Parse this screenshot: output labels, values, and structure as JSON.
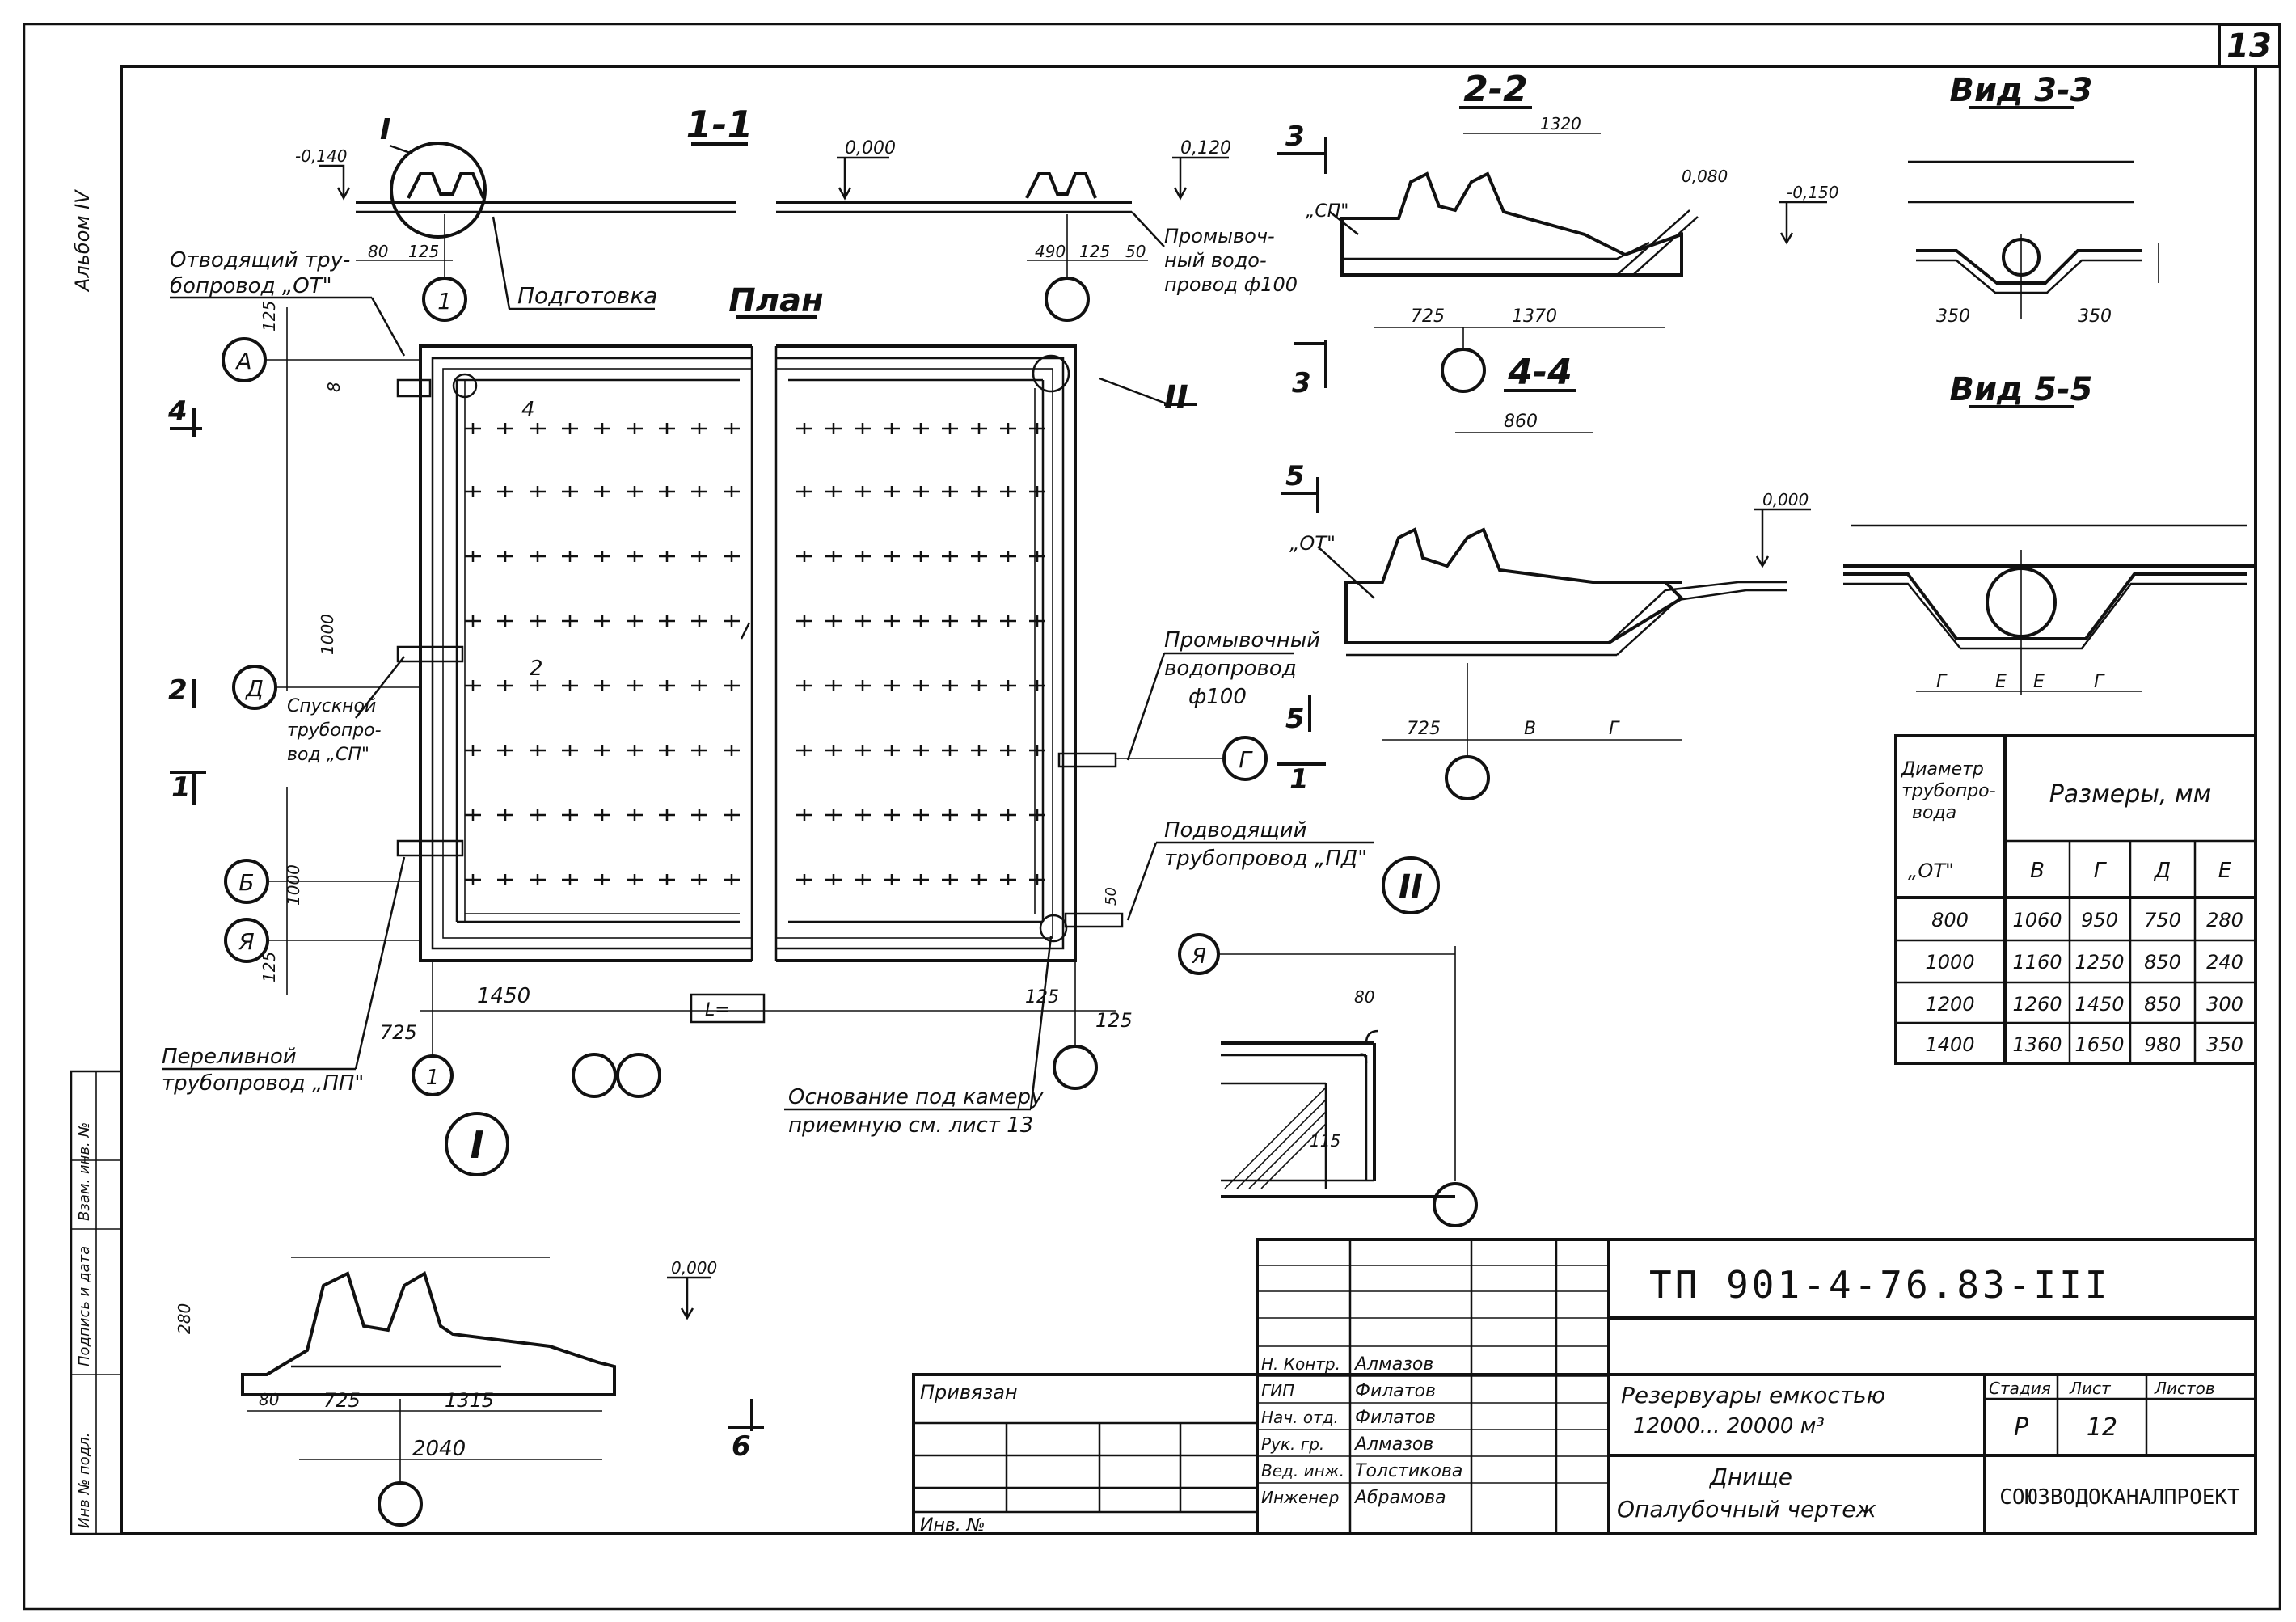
{
  "sheet": {
    "number": "13",
    "album_label": "Альбом IV",
    "side_labels": [
      "Инв № подл.",
      "Подпись и дата",
      "Взам. инв. №"
    ]
  },
  "sections": {
    "s11": "1-1",
    "s22": "2-2",
    "s44": "4-4",
    "view33": "Вид 3-3",
    "view55": "Вид 5-5",
    "plan": "План",
    "detail1": "I",
    "detail2": "II",
    "cut1": "1",
    "cut2": "2",
    "cut3": "3",
    "cut4": "4",
    "cut5": "5",
    "cut6": "6"
  },
  "axes": {
    "A": "А",
    "D": "Д",
    "B": "Б",
    "Ya": "Я",
    "G": "Г",
    "one": "1"
  },
  "labels": {
    "outlet_pipe": "Отводящий тру-бопровод „ОТ\"",
    "outlet_pipe_l1": "Отводящий тру-",
    "outlet_pipe_l2": "бопровод „ОТ\"",
    "prep": "Подготовка",
    "flush_pipe_top_l1": "Промывоч-",
    "flush_pipe_top_l2": "ный водо-",
    "flush_pipe_top_l3": "провод ф100",
    "flush_pipe_l1": "Промывочный",
    "flush_pipe_l2": "водопровод",
    "flush_pipe_l3": "ф100",
    "drain_pipe_l1": "Спускной",
    "drain_pipe_l2": "трубопро-",
    "drain_pipe_l3": "вод „СП\"",
    "supply_pipe_l1": "Подводящий",
    "supply_pipe_l2": "трубопровод „ПД\"",
    "overflow_pipe_l1": "Переливной",
    "overflow_pipe_l2": "трубопровод „ПП\"",
    "base_l1": "Основание под камеру",
    "base_l2": "приемную см. лист 13",
    "sp": "„СП\"",
    "ot": "„ОТ\"",
    "lz": "L="
  },
  "dims": {
    "m0140": "-0,140",
    "z0000a": "0,000",
    "z0120": "0,120",
    "z0000b": "0,000",
    "z0000c": "0,000",
    "d80": "80",
    "d125a": "125",
    "d490": "490",
    "d125b": "125",
    "d50": "50",
    "d1320": "1320",
    "d0080": "0,080",
    "d0150": "-0,150",
    "d725a": "725",
    "d1370": "1370",
    "d350a": "350",
    "d350b": "350",
    "d860": "860",
    "d725b": "725",
    "dV": "В",
    "dG": "Г",
    "dE": "Е",
    "d1450": "1450",
    "d725c": "725",
    "d125c": "125",
    "d125d": "125",
    "d1000": "1000",
    "d50d": "50",
    "d125e": "125",
    "d8": "8",
    "d4": "4",
    "d2": "2",
    "d1000b": "1000",
    "d80x": "80",
    "d115": "115",
    "d280": "280",
    "d725d": "725",
    "d1315": "1315",
    "d2040": "2040",
    "d80b": "80"
  },
  "table": {
    "header_col1": "Диаметр трубопро-вода „ОТ\"",
    "header_col1_l1": "Диаметр",
    "header_col1_l2": "трубопро-",
    "header_col1_l3": "вода",
    "header_col1_l4": "„ОТ\"",
    "header_sizes": "Размеры, мм",
    "cols": [
      "В",
      "Г",
      "Д",
      "Е"
    ],
    "rows": [
      [
        "800",
        "1060",
        "950",
        "750",
        "280"
      ],
      [
        "1000",
        "1160",
        "1250",
        "850",
        "240"
      ],
      [
        "1200",
        "1260",
        "1450",
        "850",
        "300"
      ],
      [
        "1400",
        "1360",
        "1650",
        "980",
        "350"
      ]
    ]
  },
  "title_block": {
    "code": "ТП 901-4-76.83-III",
    "object_l1": "Резервуары емкостью",
    "object_l2": "12000... 20000 м³",
    "sheet_title_l1": "Днище",
    "sheet_title_l2": "Опалубочный чертеж",
    "stage_label": "Стадия",
    "sheet_label": "Лист",
    "sheets_label": "Листов",
    "stage": "Р",
    "sheet": "12",
    "org": "СОЮЗВОДОКАНАЛПРОЕКТ",
    "attached": "Привязан",
    "inv": "Инв. №",
    "roles": [
      {
        "role": "Н. Контр.",
        "name": "Алмазов"
      },
      {
        "role": "ГИП",
        "name": "Филатов"
      },
      {
        "role": "Нач. отд.",
        "name": "Филатов"
      },
      {
        "role": "Рук. гр.",
        "name": "Алмазов"
      },
      {
        "role": "Вед. инж.",
        "name": "Толстикова"
      },
      {
        "role": "Инженер",
        "name": "Абрамова"
      }
    ]
  }
}
